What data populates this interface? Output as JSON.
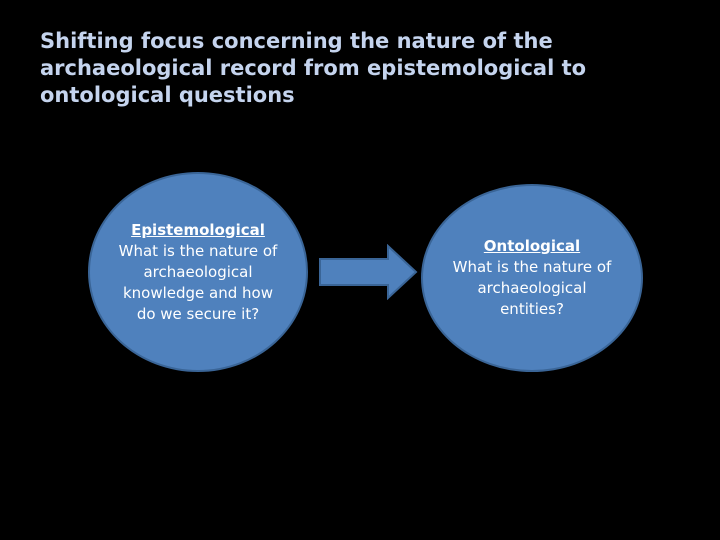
{
  "slide": {
    "title": "Shifting focus concerning the nature of the archaeological record from epistemological to ontological questions"
  },
  "diagram": {
    "left_node": {
      "heading": "Epistemological",
      "text": "What is the nature of archaeological knowledge and how do we secure it?"
    },
    "right_node": {
      "heading": "Ontological",
      "text": "What is the nature of archaeological entities?"
    },
    "arrow_icon": "right-arrow-icon",
    "colors": {
      "background": "#000000",
      "title": "#c5d4ee",
      "shape_fill": "#4f81bd",
      "shape_border": "#3a6597",
      "shape_text": "#ffffff"
    }
  }
}
